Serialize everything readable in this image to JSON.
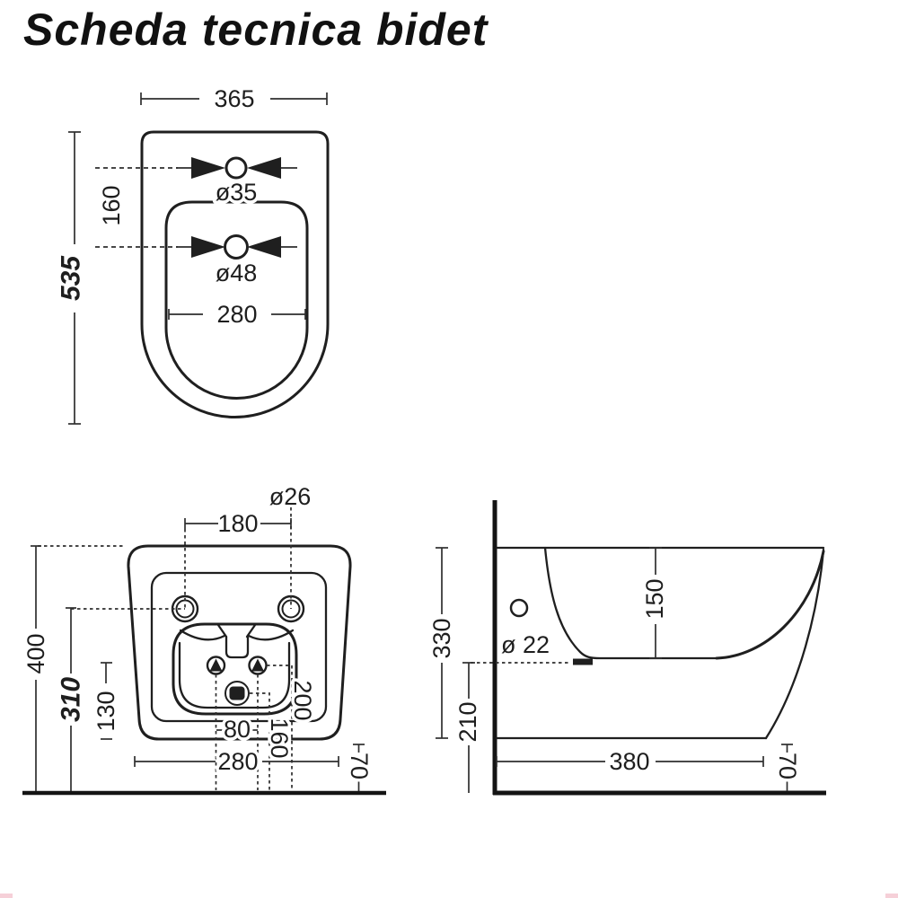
{
  "title": "Scheda tecnica bidet",
  "colors": {
    "ink": "#1f1f1f",
    "dim_line": "#2e2e2e",
    "background": "#ffffff",
    "artifact_pink": "#efa9b8"
  },
  "views": {
    "top_plan": {
      "dims": {
        "overall_width": "365",
        "overall_depth": "535",
        "hole_offset": "160",
        "tap_hole_diameter": "ø35",
        "drain_hole_diameter": "ø48",
        "inner_width": "280"
      }
    },
    "rear": {
      "dims": {
        "mounting_hole_spacing": "180",
        "mounting_hole_diameter": "ø26",
        "overall_height": "400",
        "mounting_holes_height": "310",
        "bottom_edge_offset": "130",
        "tap_holes_spacing": "80",
        "base_width": "280",
        "drain_height": "160",
        "tap_holes_height": "200",
        "floor_clearance": "70"
      }
    },
    "side": {
      "dims": {
        "body_height": "330",
        "rim_depth": "150",
        "side_hole_diameter": "ø 22",
        "drain_height": "210",
        "overall_depth": "380",
        "floor_clearance": "70"
      }
    }
  }
}
